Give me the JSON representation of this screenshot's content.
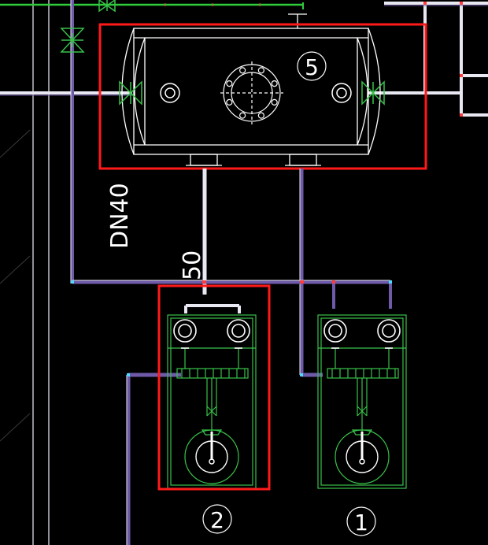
{
  "labels": {
    "pipe_size_vertical": "DN40",
    "pipe_size_small": "50",
    "tag_tank": "5",
    "tag_pump_left": "2",
    "tag_pump_right": "1"
  },
  "colors": {
    "background": "#000000",
    "pipe_white": "#e8e8f2",
    "pipe_purple": "#6e5aa8",
    "pipe_green": "#2ecc3a",
    "equipment_white": "#ffffff",
    "equipment_green": "#38c24a",
    "highlight_red": "#ff1a1a",
    "marker_cyan": "#4fd9ff",
    "marker_red": "#ff3b3b"
  },
  "icons": {
    "valve": "butterfly-valve-icon",
    "manway": "manway-flange-icon",
    "nozzle": "nozzle-icon",
    "motor": "motor-icon"
  }
}
